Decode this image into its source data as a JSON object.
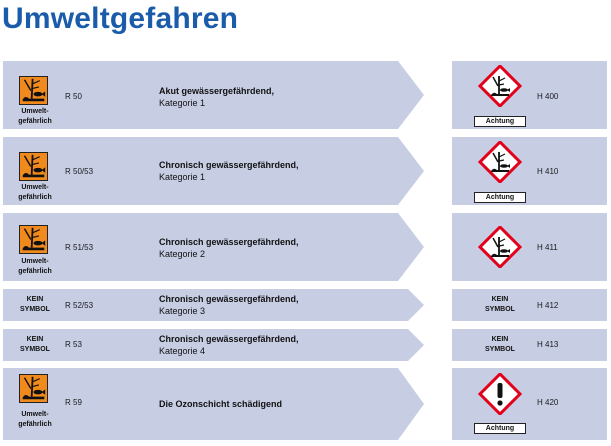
{
  "title": "Umweltgefahren",
  "rows": [
    {
      "old_code": "R 50",
      "old_label": [
        "Umwelt-",
        "gefährlich"
      ],
      "line1": "Akut gewässergefährdend,",
      "line2": "Kategorie 1",
      "new_code": "H 400",
      "signal": "Achtung"
    },
    {
      "old_code": "R 50/53",
      "old_label": [
        "Umwelt-",
        "gefährlich"
      ],
      "line1": "Chronisch gewässergefährdend,",
      "line2": "Kategorie 1",
      "new_code": "H 410",
      "signal": "Achtung"
    },
    {
      "old_code": "R 51/53",
      "old_label": [
        "Umwelt-",
        "gefährlich"
      ],
      "line1": "Chronisch gewässergefährdend,",
      "line2": "Kategorie 2",
      "new_code": "H 411"
    },
    {
      "old_code": "R 52/53",
      "old_label": [
        "KEIN",
        "SYMBOL"
      ],
      "line1": "Chronisch gewässergefährdend,",
      "line2": "Kategorie 3",
      "new_code": "H 412",
      "new_label": [
        "KEIN",
        "SYMBOL"
      ]
    },
    {
      "old_code": "R 53",
      "old_label": [
        "KEIN",
        "SYMBOL"
      ],
      "line1": "Chronisch gewässergefährdend,",
      "line2": "Kategorie 4",
      "new_code": "H 413",
      "new_label": [
        "KEIN",
        "SYMBOL"
      ]
    },
    {
      "old_code": "R 59",
      "old_label": [
        "Umwelt-",
        "gefährlich"
      ],
      "line1": "Die Ozonschicht schädigend",
      "line2": "",
      "new_code": "H 420",
      "signal": "Achtung"
    }
  ],
  "icons": {
    "old_symbol": "environment-hazard-orange-icon",
    "ghs_environment": "ghs09-environment-icon",
    "ghs_exclamation": "ghs07-exclamation-icon"
  },
  "colors": {
    "title": "#1b5caa",
    "panel": "#c7cee4",
    "orange": "#f08a1d",
    "ghs_red": "#e2001a"
  }
}
